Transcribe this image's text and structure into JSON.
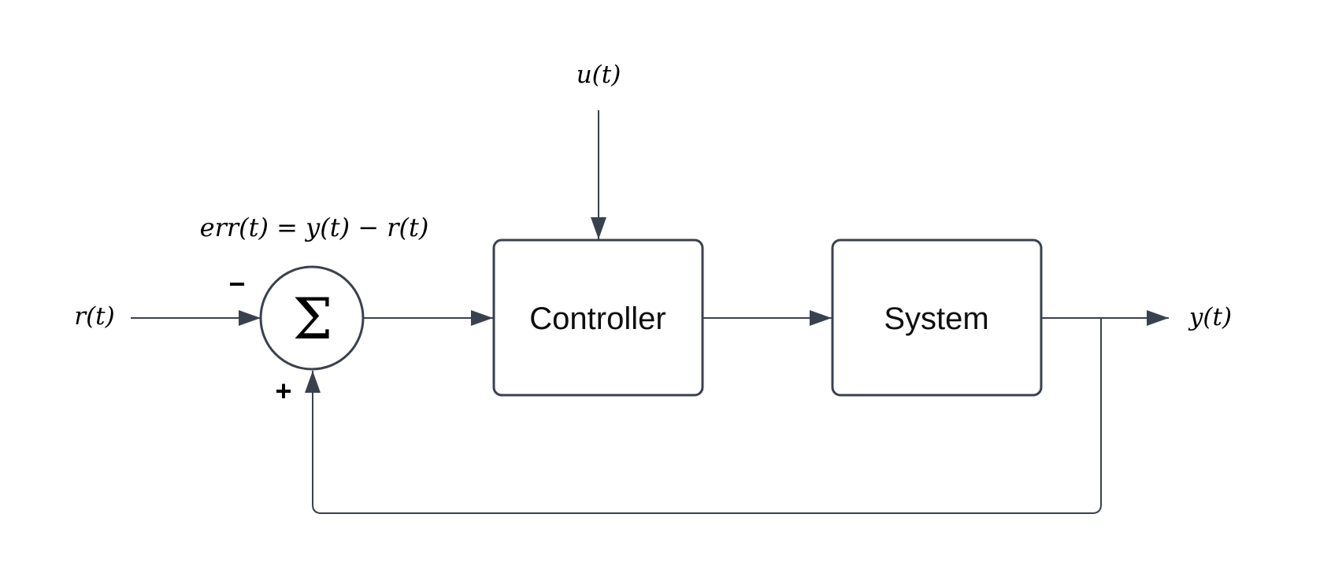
{
  "diagram": {
    "kind": "feedback-control-block-diagram",
    "background_color": "#ffffff",
    "stroke_color": "#3a414e",
    "text_color": "#000000",
    "signals": {
      "reference": "r(t)",
      "control_input": "u(t)",
      "output": "y(t)",
      "error_equation": "err(t) = y(t) − r(t)"
    },
    "summing_junction": {
      "symbol": "Σ",
      "minus_label": "−",
      "plus_label": "+"
    },
    "blocks": [
      {
        "label": "Controller"
      },
      {
        "label": "System"
      }
    ]
  }
}
